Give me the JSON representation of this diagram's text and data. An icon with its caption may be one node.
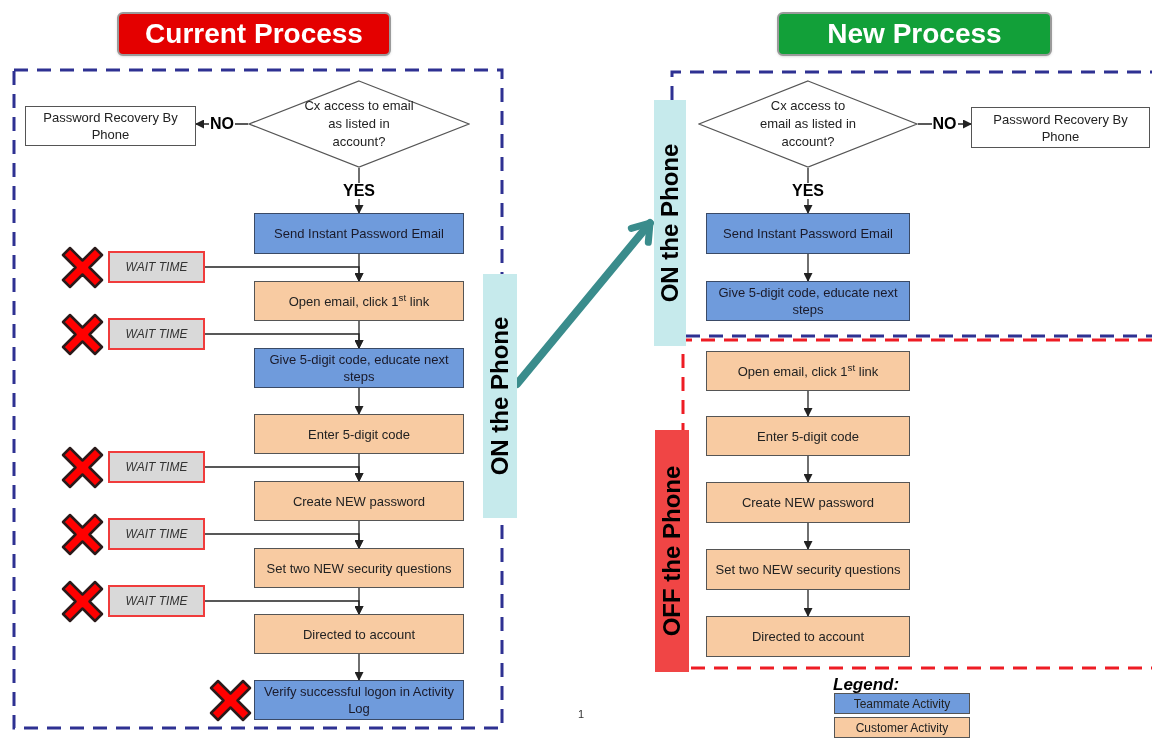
{
  "diagram": {
    "nodes": [
      {
        "text": [
          "Current Process"
        ]
      },
      {
        "text": [
          "New Process"
        ]
      },
      {
        "text": [
          "Cx access to email as listed in account?"
        ]
      },
      {
        "text": [
          "Password Recovery By Phone"
        ]
      },
      {
        "text": [
          "Send Instant Password Email"
        ]
      },
      {
        "text": [
          "WAIT TIME"
        ]
      },
      {
        "text": [
          "Open email, click 1$^{st}$ link"
        ]
      },
      {
        "text": [
          "WAIT TIME"
        ]
      },
      {
        "text": [
          "Give 5-digit code, educate next steps"
        ]
      },
      {
        "text": [
          "Enter 5-digit code"
        ]
      },
      {
        "text": [
          "WAIT TIME"
        ]
      },
      {
        "text": [
          "Create NEW password"
        ]
      },
      {
        "text": [
          "WAIT TIME"
        ]
      },
      {
        "text": [
          "Set two NEW security questions"
        ]
      },
      {
        "text": [
          "WAIT TIME"
        ]
      },
      {
        "text": [
          "Directed to account"
        ]
      },
      {
        "text": [
          "Verify successful logon in Activity Log"
        ]
      },
      {
        "text": [
          "ON the Phone"
        ]
      },
      {
        "text": [
          "ON the Phone"
        ]
      },
      {
        "text": [
          "Cx access to email as listed in account?"
        ]
      },
      {
        "text": [
          "Password Recovery By Phone"
        ]
      },
      {
        "text": [
          "Send Instant Password Email"
        ]
      },
      {
        "text": [
          "Give 5-digit code, educate next steps"
        ]
      },
      {
        "text": [
          "OFF the Phone"
        ]
      },
      {
        "text": [
          "Open email, click 1$^{st}$ link"
        ]
      },
      {
        "text": [
          "Enter 5-digit code"
        ]
      },
      {
        "text": [
          "Create NEW password"
        ]
      },
      {
        "text": [
          "Set two NEW security questions"
        ]
      },
      {
        "text": [
          "Directed to account"
        ]
      }
    ],
    "edges": [
      {
        "from": 2,
        "to": 3,
        "arrow": "to",
        "label": "NO"
      },
      {
        "from": 2,
        "to": 4,
        "arrow": "to",
        "label": "YES"
      },
      {
        "from": 4,
        "to": 6,
        "arrow": "to"
      },
      {
        "from": 5,
        "to": 6,
        "arrow": "to"
      },
      {
        "from": 6,
        "to": 8,
        "arrow": "to"
      },
      {
        "from": 7,
        "to": 8,
        "arrow": "to"
      },
      {
        "from": 8,
        "to": 9,
        "arrow": "to"
      },
      {
        "from": 9,
        "to": 11,
        "arrow": "to"
      },
      {
        "from": 10,
        "to": 11,
        "arrow": "to"
      },
      {
        "from": 11,
        "to": 13,
        "arrow": "to"
      },
      {
        "from": 12,
        "to": 13,
        "arrow": "to"
      },
      {
        "from": 13,
        "to": 15,
        "arrow": "to"
      },
      {
        "from": 14,
        "to": 15,
        "arrow": "to"
      },
      {
        "from": 15,
        "to": 16,
        "arrow": "to"
      },
      {
        "from": 17,
        "to": 18,
        "arrow": "to",
        "style": "thick",
        "color": "#3a8c8c"
      },
      {
        "from": 19,
        "to": 20,
        "arrow": "to",
        "label": "NO"
      },
      {
        "from": 19,
        "to": 21,
        "arrow": "to",
        "label": "YES"
      },
      {
        "from": 21,
        "to": 22,
        "arrow": "to"
      },
      {
        "from": 24,
        "to": 25,
        "arrow": "to"
      },
      {
        "from": 25,
        "to": 26,
        "arrow": "to"
      },
      {
        "from": 26,
        "to": 27,
        "arrow": "to"
      },
      {
        "from": 27,
        "to": 28,
        "arrow": "to"
      }
    ],
    "labels": [
      "Legend:",
      "1"
    ],
    "legend": [
      {
        "text": "Teammate Activity",
        "color": "#6f9bdc"
      },
      {
        "text": "Customer Activity",
        "color": "#f8cba2"
      }
    ]
  }
}
